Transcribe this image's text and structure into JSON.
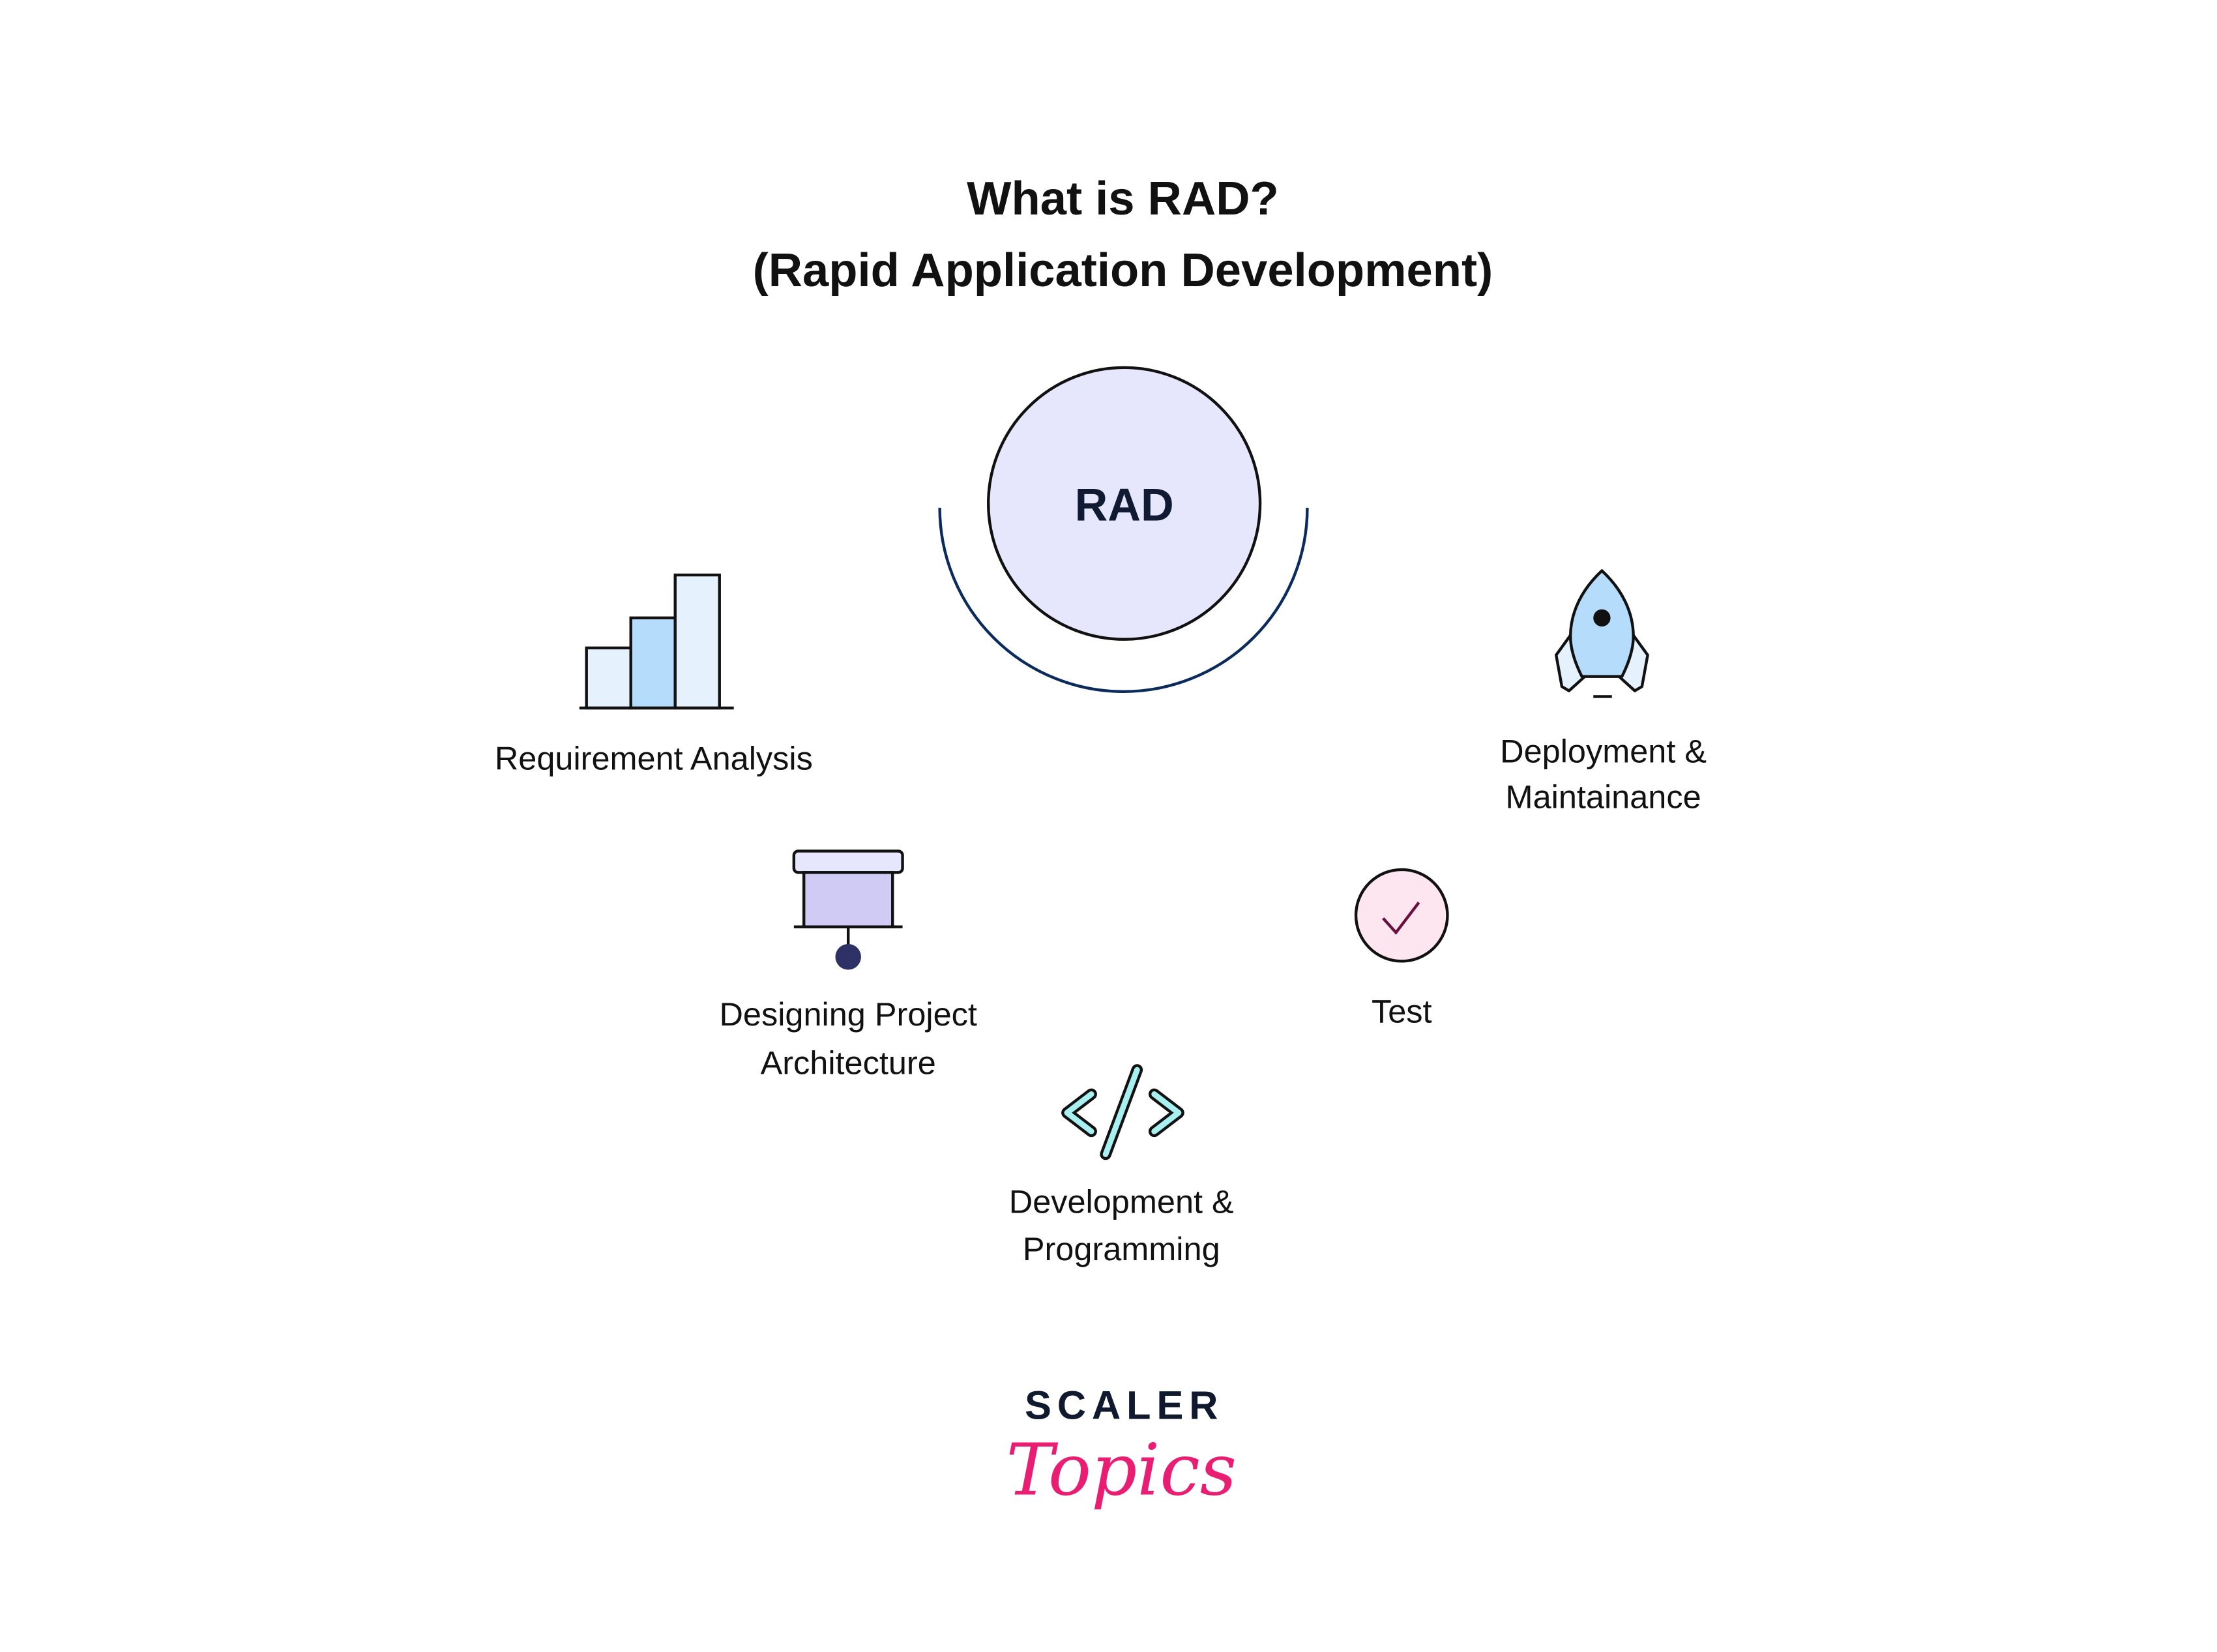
{
  "title": {
    "line1": "What is RAD?",
    "line2": "(Rapid Application Development)"
  },
  "center": {
    "label": "RAD",
    "fill": "#e6e6fd",
    "arc_color": "#0b2a5e"
  },
  "stages": [
    {
      "label_lines": [
        "Requirement Analysis"
      ],
      "icon": "bar-chart-icon"
    },
    {
      "label_lines": [
        "Designing Project",
        "Architecture"
      ],
      "icon": "presentation-board-icon"
    },
    {
      "label_lines": [
        "Development &",
        "Programming"
      ],
      "icon": "code-icon"
    },
    {
      "label_lines": [
        "Test"
      ],
      "icon": "check-circle-icon"
    },
    {
      "label_lines": [
        "Deployment &",
        "Maintainance"
      ],
      "icon": "rocket-icon"
    }
  ],
  "logo": {
    "line1": "SCALER",
    "line2": "Topics",
    "accent": "#e91e73"
  }
}
